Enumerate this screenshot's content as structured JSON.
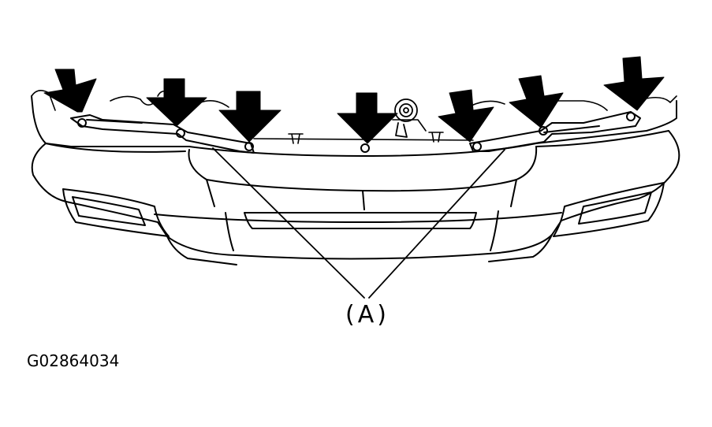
{
  "callout_label": "(A)",
  "figure_id": "G02864034",
  "colors": {
    "ink": "#000000",
    "paper": "#ffffff"
  },
  "arrow_count": 7,
  "callout_leader_count": 2,
  "icons": [
    "down-arrow-icon",
    "horn-icon"
  ]
}
